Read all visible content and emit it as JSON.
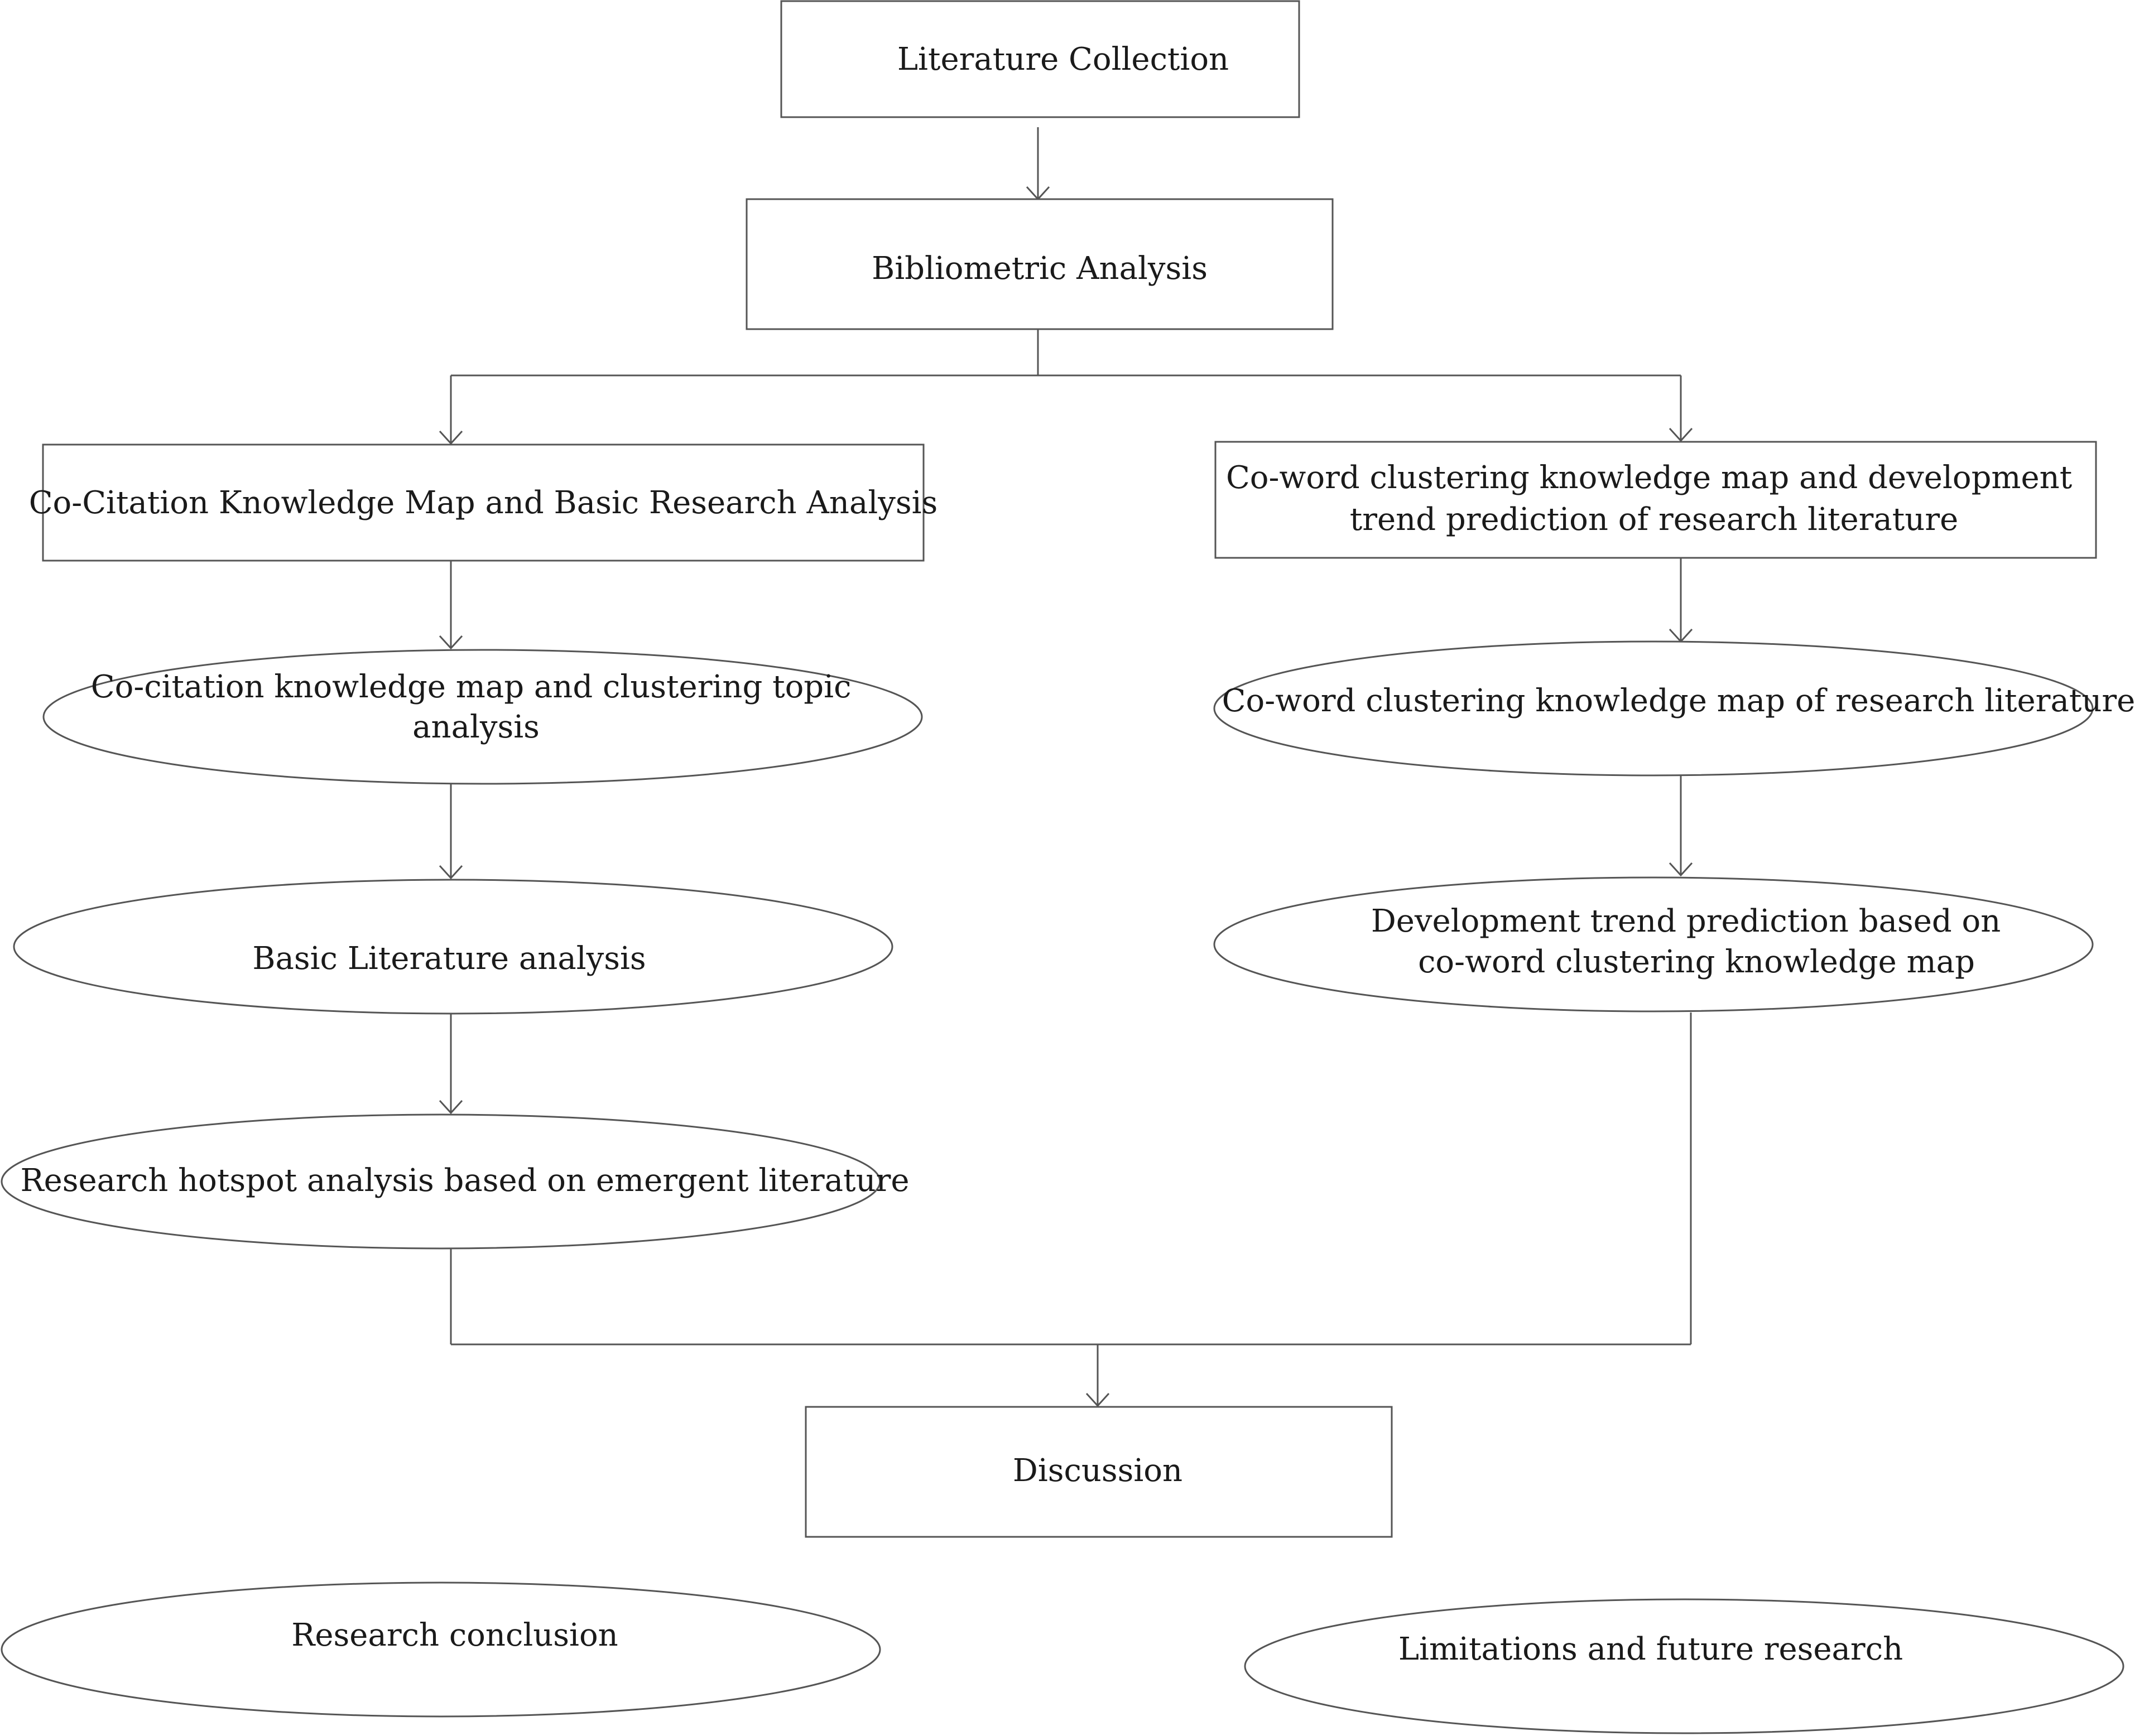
{
  "nodes": {
    "literature_collection": {
      "lines": [
        "Literature Collection"
      ]
    },
    "bibliometric_analysis": {
      "lines": [
        "Bibliometric Analysis"
      ]
    },
    "cocitation_map": {
      "lines": [
        "Co-Citation Knowledge Map and Basic Research Analysis"
      ]
    },
    "coword_map": {
      "lines": [
        "Co-word clustering knowledge map and development",
        "trend prediction of research literature"
      ]
    },
    "cocitation_topic": {
      "lines": [
        "Co-citation knowledge map and clustering topic",
        "analysis"
      ]
    },
    "basic_literature": {
      "lines": [
        "Basic Literature analysis"
      ]
    },
    "research_hotspot": {
      "lines": [
        "Research hotspot analysis based on emergent literature"
      ]
    },
    "coword_clustering": {
      "lines": [
        "Co-word clustering knowledge map of research literature"
      ]
    },
    "development_trend": {
      "lines": [
        "Development trend prediction based on",
        "co-word clustering knowledge map"
      ]
    },
    "discussion": {
      "lines": [
        "Discussion"
      ]
    },
    "research_conclusion": {
      "lines": [
        "Research conclusion"
      ]
    },
    "limitations": {
      "lines": [
        "Limitations and future research"
      ]
    }
  },
  "colors": {
    "stroke": "#555555",
    "text": "#1a1a1a",
    "background": "#ffffff"
  }
}
